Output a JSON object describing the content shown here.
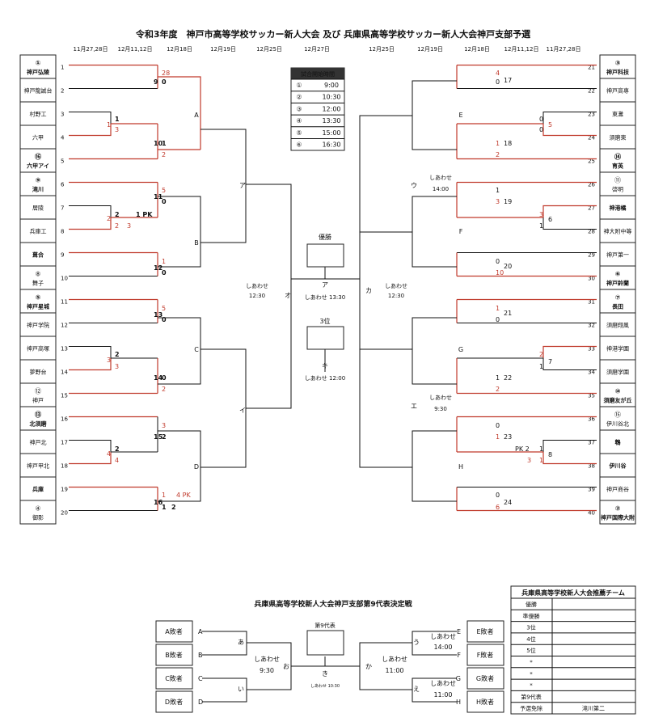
{
  "title": "令和3年度　神戸市高等学校サッカー新人大会 及び 兵庫県高等学校サッカー新人大会神戸支部予選",
  "dates": [
    "11月27,28日",
    "12月11,12日",
    "12月18日",
    "12月19日",
    "12月25日",
    "12月27日",
    "12月25日",
    "12月19日",
    "12月18日",
    "12月11,12日",
    "11月27,28日"
  ],
  "left_teams": [
    {
      "n": "1",
      "lines": [
        "①",
        "神戸弘陵"
      ],
      "bold": true
    },
    {
      "n": "2",
      "lines": [
        "神戸龍誠台"
      ],
      "bold": false
    },
    {
      "n": "3",
      "lines": [
        "村野工"
      ],
      "bold": false
    },
    {
      "n": "4",
      "lines": [
        "六甲"
      ],
      "bold": false
    },
    {
      "n": "5",
      "lines": [
        "⑯",
        "六甲アイ"
      ],
      "bold": true
    },
    {
      "n": "6",
      "lines": [
        "⑨",
        "滝川"
      ],
      "bold": true
    },
    {
      "n": "7",
      "lines": [
        "居陵"
      ],
      "bold": false
    },
    {
      "n": "8",
      "lines": [
        "兵庫工"
      ],
      "bold": false
    },
    {
      "n": "9",
      "lines": [
        "葺合"
      ],
      "bold": true
    },
    {
      "n": "10",
      "lines": [
        "⑧",
        "舞子"
      ],
      "bold": false
    },
    {
      "n": "11",
      "lines": [
        "⑤",
        "神戸星城"
      ],
      "bold": true
    },
    {
      "n": "12",
      "lines": [
        "神戸学院"
      ],
      "bold": false
    },
    {
      "n": "13",
      "lines": [
        "神戸高塚"
      ],
      "bold": false
    },
    {
      "n": "14",
      "lines": [
        "夢野台"
      ],
      "bold": false
    },
    {
      "n": "15",
      "lines": [
        "⑫",
        "神戸"
      ],
      "bold": false
    },
    {
      "n": "16",
      "lines": [
        "⑬",
        "北須磨"
      ],
      "bold": true
    },
    {
      "n": "17",
      "lines": [
        "神戸北"
      ],
      "bold": false
    },
    {
      "n": "18",
      "lines": [
        "神戸甲北"
      ],
      "bold": false
    },
    {
      "n": "19",
      "lines": [
        "兵庫"
      ],
      "bold": true
    },
    {
      "n": "20",
      "lines": [
        "④",
        "御影"
      ],
      "bold": false
    }
  ],
  "right_teams": [
    {
      "n": "21",
      "lines": [
        "③",
        "神戸科技"
      ],
      "bold": true
    },
    {
      "n": "22",
      "lines": [
        "神戸高専"
      ],
      "bold": false
    },
    {
      "n": "23",
      "lines": [
        "東灘"
      ],
      "bold": false
    },
    {
      "n": "24",
      "lines": [
        "須磨東"
      ],
      "bold": false
    },
    {
      "n": "25",
      "lines": [
        "⑭",
        "育英"
      ],
      "bold": true
    },
    {
      "n": "26",
      "lines": [
        "⑪",
        "啓明"
      ],
      "bold": false
    },
    {
      "n": "27",
      "lines": [
        "神港橘"
      ],
      "bold": true
    },
    {
      "n": "28",
      "lines": [
        "神大附中等"
      ],
      "bold": false
    },
    {
      "n": "29",
      "lines": [
        "神戸第一"
      ],
      "bold": false
    },
    {
      "n": "30",
      "lines": [
        "⑥",
        "神戸鈴蘭"
      ],
      "bold": true
    },
    {
      "n": "31",
      "lines": [
        "⑦",
        "長田"
      ],
      "bold": true
    },
    {
      "n": "32",
      "lines": [
        "須磨翔風"
      ],
      "bold": false
    },
    {
      "n": "33",
      "lines": [
        "神港学園"
      ],
      "bold": false
    },
    {
      "n": "34",
      "lines": [
        "須磨学園"
      ],
      "bold": false
    },
    {
      "n": "35",
      "lines": [
        "⑩",
        "須磨友が丘"
      ],
      "bold": true
    },
    {
      "n": "36",
      "lines": [
        "⑮",
        "伊川谷北"
      ],
      "bold": false
    },
    {
      "n": "37",
      "lines": [
        "鵯"
      ],
      "bold": true
    },
    {
      "n": "38",
      "lines": [
        "伊川谷"
      ],
      "bold": true
    },
    {
      "n": "39",
      "lines": [
        "神戸商谷"
      ],
      "bold": false
    },
    {
      "n": "40",
      "lines": [
        "②",
        "神戸国際大附"
      ],
      "bold": true
    }
  ],
  "left_scores": [
    {
      "t": "28",
      "red": true
    },
    {
      "t": "9",
      "red": false
    },
    {
      "t": "0",
      "red": false
    },
    {
      "t": "1",
      "red": false
    },
    {
      "t": "1",
      "red": true
    },
    {
      "t": "3",
      "red": true
    },
    {
      "t": "10",
      "red": false
    },
    {
      "t": "1",
      "red": false
    },
    {
      "t": "2",
      "red": true
    },
    {
      "t": "5",
      "red": true
    },
    {
      "t": "11",
      "red": false
    },
    {
      "t": "0",
      "red": false
    },
    {
      "t": "2",
      "red": false
    },
    {
      "t": "1 PK",
      "red": false
    },
    {
      "t": "2",
      "red": true
    },
    {
      "t": "2",
      "red": true
    },
    {
      "t": "3",
      "red": true
    },
    {
      "t": "1",
      "red": true
    },
    {
      "t": "12",
      "red": false
    },
    {
      "t": "0",
      "red": false
    },
    {
      "t": "5",
      "red": true
    },
    {
      "t": "13",
      "red": false
    },
    {
      "t": "0",
      "red": false
    },
    {
      "t": "2",
      "red": false
    },
    {
      "t": "3",
      "red": true
    },
    {
      "t": "3",
      "red": true
    },
    {
      "t": "14",
      "red": false
    },
    {
      "t": "0",
      "red": false
    },
    {
      "t": "2",
      "red": true
    },
    {
      "t": "3",
      "red": true
    },
    {
      "t": "15",
      "red": false
    },
    {
      "t": "2",
      "red": false
    },
    {
      "t": "2",
      "red": false
    },
    {
      "t": "4",
      "red": true
    },
    {
      "t": "4",
      "red": true
    },
    {
      "t": "1",
      "red": true
    },
    {
      "t": "4 PK",
      "red": true
    },
    {
      "t": "16",
      "red": false
    },
    {
      "t": "1",
      "red": false
    },
    {
      "t": "2",
      "red": false
    }
  ],
  "right_scores": [
    {
      "t": "4",
      "red": true
    },
    {
      "t": "17",
      "red": false
    },
    {
      "t": "0",
      "red": false
    },
    {
      "t": "0",
      "red": false
    },
    {
      "t": "5",
      "red": true
    },
    {
      "t": "0",
      "red": false
    },
    {
      "t": "1",
      "red": true
    },
    {
      "t": "18",
      "red": false
    },
    {
      "t": "2",
      "red": true
    },
    {
      "t": "1",
      "red": false
    },
    {
      "t": "3",
      "red": true
    },
    {
      "t": "19",
      "red": false
    },
    {
      "t": "3",
      "red": true
    },
    {
      "t": "6",
      "red": false
    },
    {
      "t": "1",
      "red": false
    },
    {
      "t": "0",
      "red": false
    },
    {
      "t": "20",
      "red": false
    },
    {
      "t": "10",
      "red": true
    },
    {
      "t": "1",
      "red": true
    },
    {
      "t": "21",
      "red": false
    },
    {
      "t": "0",
      "red": false
    },
    {
      "t": "2",
      "red": true
    },
    {
      "t": "7",
      "red": false
    },
    {
      "t": "1",
      "red": false
    },
    {
      "t": "1",
      "red": false
    },
    {
      "t": "22",
      "red": false
    },
    {
      "t": "2",
      "red": true
    },
    {
      "t": "0",
      "red": false
    },
    {
      "t": "1",
      "red": true
    },
    {
      "t": "23",
      "red": false
    },
    {
      "t": "PK 2",
      "red": false
    },
    {
      "t": "1",
      "red": false
    },
    {
      "t": "3",
      "red": true
    },
    {
      "t": "1",
      "red": true
    },
    {
      "t": "8",
      "red": false
    },
    {
      "t": "0",
      "red": false
    },
    {
      "t": "6",
      "red": true
    },
    {
      "t": "24",
      "red": false
    }
  ],
  "round_labels": [
    "A",
    "B",
    "C",
    "D",
    "E",
    "F",
    "G",
    "H",
    "ア",
    "イ",
    "ウ",
    "エ",
    "オ",
    "カ",
    "ア",
    "キ"
  ],
  "venue_labels": [
    "しあわせ",
    "12:30",
    "しあわせ",
    "12:30",
    "しあわせ",
    "14:00",
    "しあわせ",
    "9:30",
    "しあわせ 13:30",
    "しあわせ 12:00"
  ],
  "center": {
    "final_label": "優勝",
    "third_label": "3位"
  },
  "schedule": {
    "header": "試合開始時間",
    "rows": [
      {
        "k": "①",
        "v": "9:00"
      },
      {
        "k": "②",
        "v": "10:30"
      },
      {
        "k": "③",
        "v": "12:00"
      },
      {
        "k": "④",
        "v": "13:30"
      },
      {
        "k": "⑤",
        "v": "15:00"
      },
      {
        "k": "⑥",
        "v": "16:30"
      }
    ]
  },
  "playoff": {
    "title": "兵庫県高等学校新人大会神戸支部第9代表決定戦",
    "left_losers": [
      "A敗者",
      "B敗者",
      "C敗者",
      "D敗者"
    ],
    "left_letters": [
      "A",
      "B",
      "C",
      "D"
    ],
    "right_losers": [
      "E敗者",
      "F敗者",
      "G敗者",
      "H敗者"
    ],
    "right_letters": [
      "E",
      "F",
      "G",
      "H"
    ],
    "labels": [
      "あ",
      "い",
      "お",
      "う",
      "え",
      "か",
      "き"
    ],
    "texts": [
      "しあわせ",
      "9:30",
      "しあわせ",
      "11:00",
      "しあわせ",
      "14:00",
      "しあわせ",
      "11:00",
      "しあわせ 10:30"
    ],
    "rep_label": "第9代表"
  },
  "rec_table": {
    "header": "兵庫県高等学校新人大会推薦チーム",
    "rows": [
      {
        "k": "優勝",
        "v": ""
      },
      {
        "k": "準優勝",
        "v": ""
      },
      {
        "k": "3位",
        "v": ""
      },
      {
        "k": "4位",
        "v": ""
      },
      {
        "k": "5位",
        "v": ""
      },
      {
        "k": "*",
        "v": ""
      },
      {
        "k": "*",
        "v": ""
      },
      {
        "k": "*",
        "v": ""
      },
      {
        "k": "第9代表",
        "v": ""
      },
      {
        "k": "予選免除",
        "v": "滝川第二"
      }
    ]
  }
}
